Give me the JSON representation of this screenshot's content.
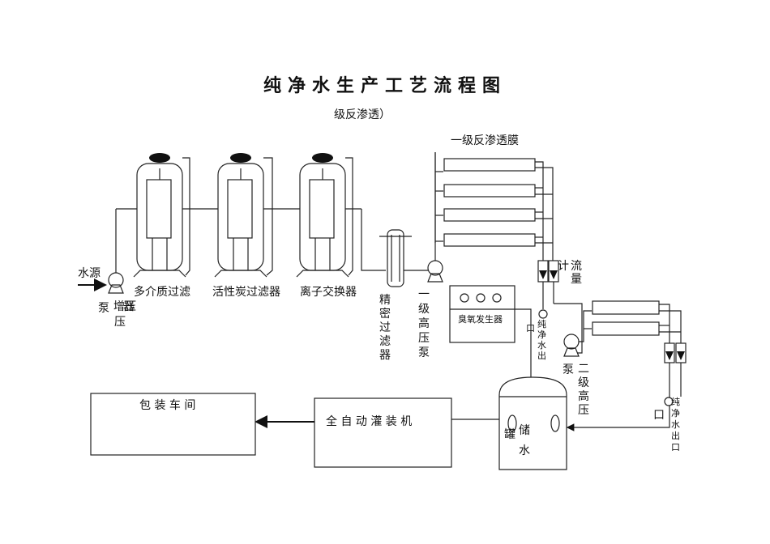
{
  "title": "纯净水生产工艺流程图",
  "subtitle": "级反渗透）",
  "labels": {
    "water_source": "水源",
    "booster_pump_a": "增压",
    "booster_pump_b": "泵",
    "booster_pump_c": "器",
    "multi_media_filter": "多介质过滤",
    "activated_carbon_filter": "活性炭过滤器",
    "ion_exchanger": "离子交换器",
    "precision_filter": "精密过滤器",
    "primary_hp_pump": "一级高压泵",
    "primary_ro_membrane": "一级反渗透膜",
    "flow_meter": "流量计",
    "ozone_generator": "臭氧发生器",
    "pure_water_outlet_1": "纯净水出",
    "pure_water_outlet_1_kou": "口",
    "secondary_hp_pump_a": "二级高压",
    "secondary_hp_pump_b": "泵",
    "pure_water_outlet_2": "纯净水出",
    "pure_water_outlet_2_kou": "口",
    "storage_tank_a": "储",
    "storage_tank_b": "水",
    "storage_tank_c": "罐",
    "filling_machine": "全 自 动 灌 装  机",
    "packaging_workshop": "包 装 车 间"
  }
}
